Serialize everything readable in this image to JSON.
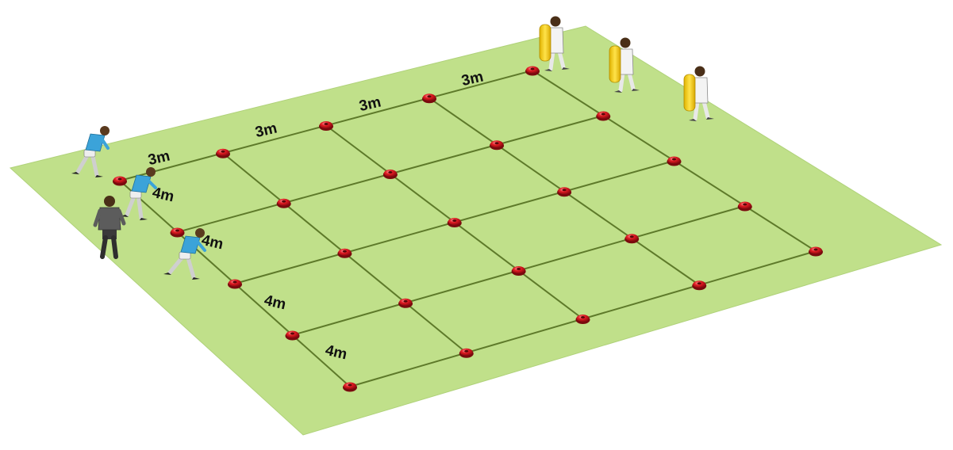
{
  "colors": {
    "pitch": "#c0e08a",
    "pitch_edge": "#a9cc72",
    "grid_line": "#5e7a2a",
    "cone": "#d8121b",
    "cone_highlight": "#ff8a8a",
    "attacker_shirt": "#3ba3d9",
    "defender_kit": "#f3f3f3",
    "tackle_pad": "#f7d21c",
    "coach": "#555555"
  },
  "grid": {
    "rows": 5,
    "cols": 5
  },
  "labels": {
    "top_widths": [
      "3m",
      "3m",
      "3m",
      "3m"
    ],
    "side_depths": [
      "4m",
      "4m",
      "4m",
      "4m"
    ]
  },
  "players": {
    "attackers": 3,
    "defenders_with_pads": 3,
    "coaches": 1
  },
  "icons": {
    "attacker": "rugby-attacker-icon",
    "defender": "tackle-pad-holder-icon",
    "coach": "coach-icon",
    "cone": "marker-cone-icon"
  }
}
